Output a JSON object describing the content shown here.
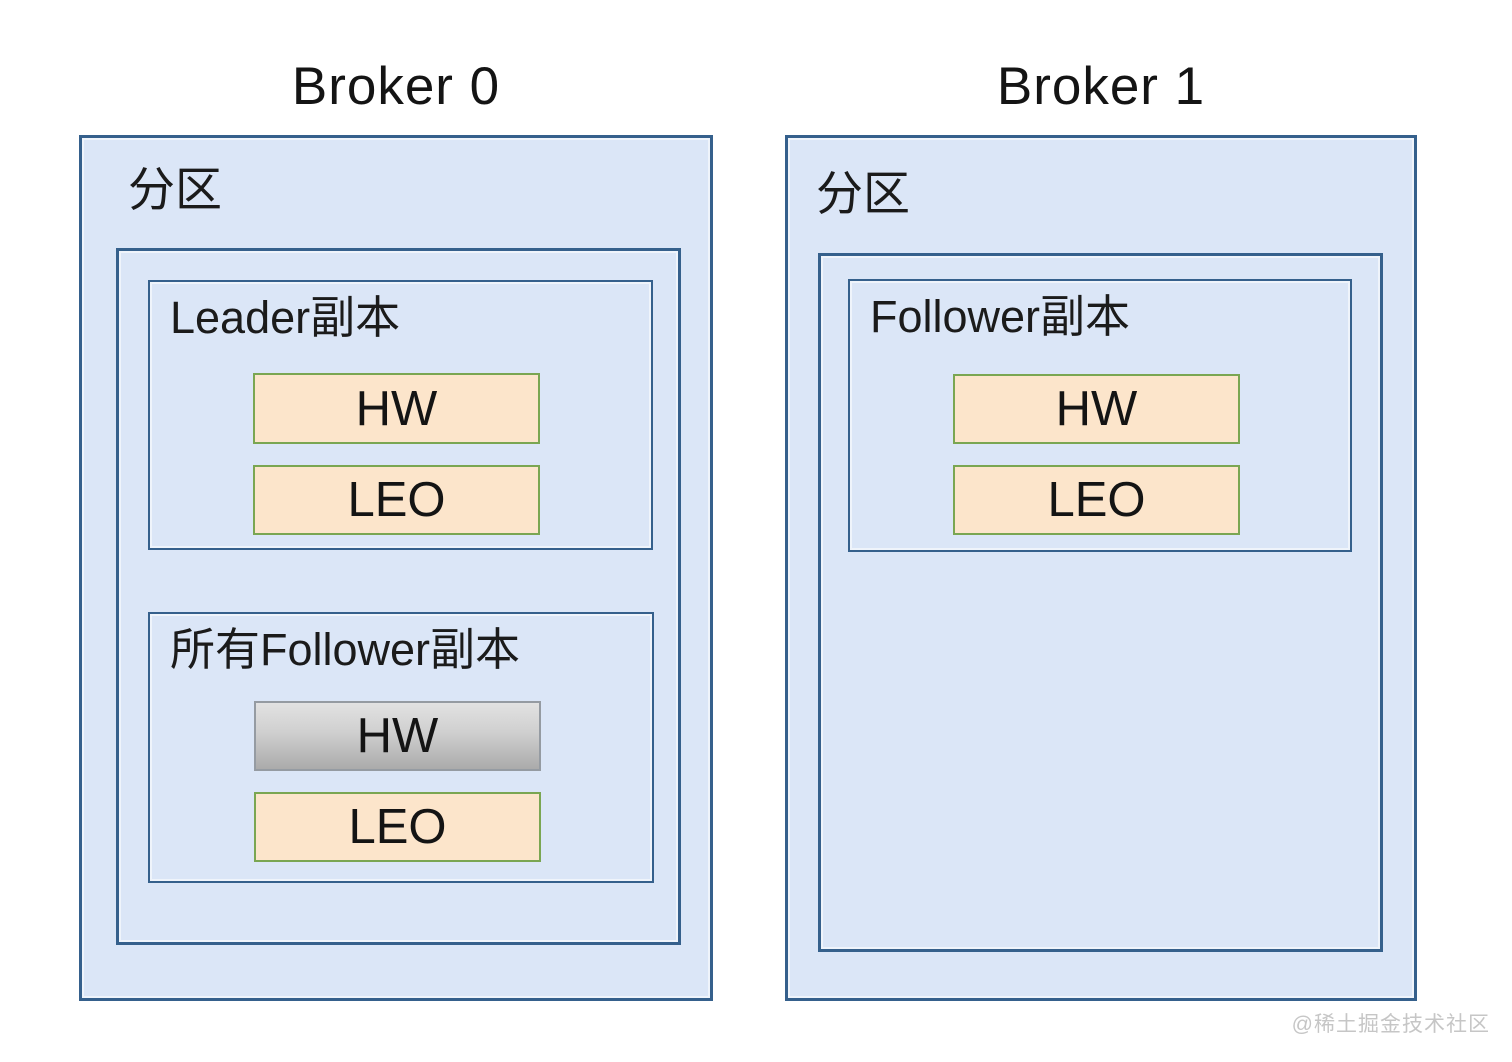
{
  "diagram": {
    "watermark": "@稀土掘金技术社区",
    "colors": {
      "box_fill": "#dbe6f7",
      "box_border": "#35608c",
      "highlight_fill": "#fce5cb",
      "highlight_border": "#7aa652",
      "disabled_fill_top": "#e2e2e2",
      "disabled_fill_bottom": "#ababab",
      "disabled_border": "#959ba2",
      "text": "#141414",
      "watermark_color": "#c6c6c6"
    },
    "brokers": [
      {
        "title": "Broker 0",
        "partition_label": "分区",
        "replicas": [
          {
            "label": "Leader副本",
            "items": [
              {
                "label": "HW",
                "variant": "orange"
              },
              {
                "label": "LEO",
                "variant": "orange"
              }
            ]
          },
          {
            "label": "所有Follower副本",
            "items": [
              {
                "label": "HW",
                "variant": "gray"
              },
              {
                "label": "LEO",
                "variant": "orange"
              }
            ]
          }
        ]
      },
      {
        "title": "Broker 1",
        "partition_label": "分区",
        "replicas": [
          {
            "label": "Follower副本",
            "items": [
              {
                "label": "HW",
                "variant": "orange"
              },
              {
                "label": "LEO",
                "variant": "orange"
              }
            ]
          }
        ]
      }
    ]
  }
}
